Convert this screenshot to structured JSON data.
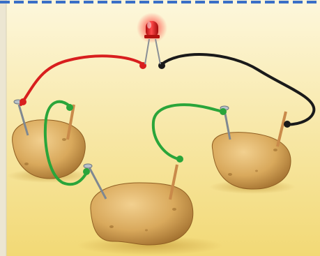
{
  "scene": {
    "description_label": "",
    "colors": {
      "background_top": "#fdf6d8",
      "background_bottom": "#f3dc7a",
      "border_dash": "#3a6fc7",
      "left_stripe": "#e9e3cf",
      "potato_light": "#e8c27a",
      "potato_dark": "#a8742d",
      "red_wire": "#d81e1e",
      "black_wire": "#1a1a1a",
      "green_wire": "#2aa53a",
      "led_glow": "#ff3b3b",
      "copper": "#c98a4a",
      "zinc_nail": "#9aa3ad"
    },
    "objects": {
      "led": "red-led-light",
      "potatoes": [
        "potato-left",
        "potato-center",
        "potato-right"
      ],
      "electrodes": [
        "zinc-nail",
        "copper-strip"
      ],
      "wires": [
        "red-wire",
        "black-wire",
        "green-wire-1",
        "green-wire-2"
      ]
    }
  }
}
